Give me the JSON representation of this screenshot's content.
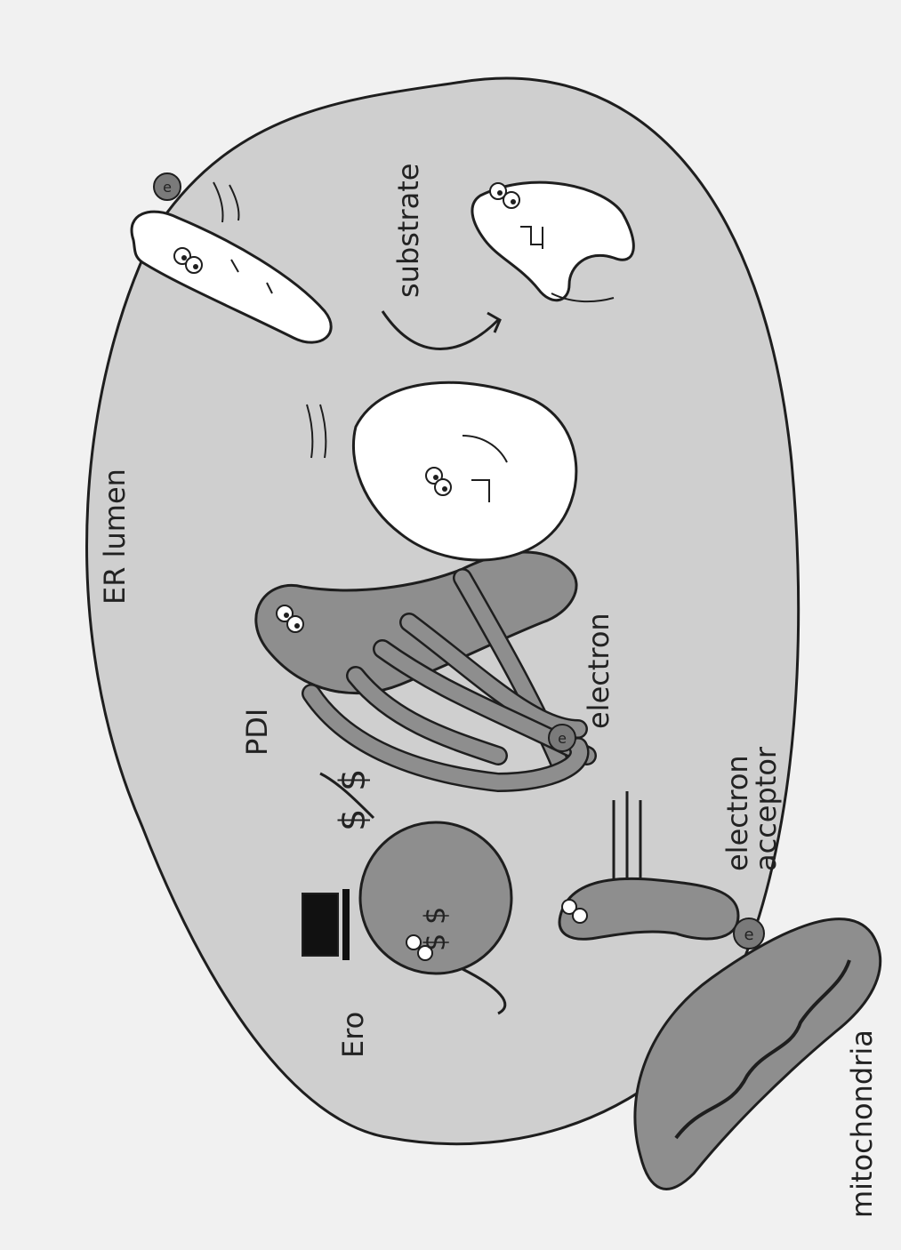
{
  "labels": {
    "er_lumen": "ER lumen",
    "substrate": "substrate",
    "pdi": "PDI",
    "electron": "electron",
    "ero": "Ero",
    "electron_acceptor_line1": "electron",
    "electron_acceptor_line2": "acceptor",
    "mitochondria": "mitochondria",
    "electron_symbol": "e",
    "dollar_sign": "$"
  },
  "colors": {
    "background": "#f1f1f1",
    "lumen_fill": "#cfcfcf",
    "character_fill": "#8e8e8e",
    "outline": "#1e1e1e",
    "protein_fill": "#ffffff"
  }
}
